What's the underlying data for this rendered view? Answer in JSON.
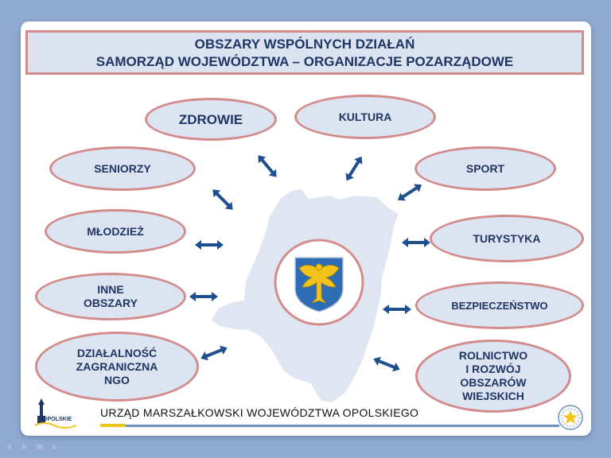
{
  "title": {
    "line1": "OBSZARY WSPÓLNYCH DZIAŁAŃ",
    "line2": "SAMORZĄD WOJEWÓDZTWA – ORGANIZACJE POZARZĄDOWE"
  },
  "nodes": {
    "zdrowie": "ZDROWIE",
    "kultura": "KULTURA",
    "seniorzy": "SENIORZY",
    "sport": "SPORT",
    "mlodziez": "MŁODZIEŻ",
    "turystyka": "TURYSTYKA",
    "inne_l1": "INNE",
    "inne_l2": "OBSZARY",
    "bezpieczenstwo": "BEZPIECZEŃSTWO",
    "dzialalnosc_l1": "DZIAŁALNOŚĆ",
    "dzialalnosc_l2": "ZAGRANICZNA",
    "dzialalnosc_l3": "NGO",
    "rolnictwo_l1": "ROLNICTWO",
    "rolnictwo_l2": "I ROZWÓJ",
    "rolnictwo_l3": "OBSZARÓW",
    "rolnictwo_l4": "WIEJSKICH"
  },
  "footer": {
    "text": "URZĄD MARSZAŁKOWSKI WOJEWÓDZTWA OPOLSKIEGO",
    "logo_left_text": "OPOLSKIE"
  },
  "colors": {
    "accent": "#1f3664",
    "bubble_fill": "#dce4f2",
    "bubble_border": "#d38c8c",
    "map_fill": "#dfe6f2",
    "shield": "#2e6cb3",
    "eagle": "#f3c21b",
    "background": "#8fa9d1"
  }
}
